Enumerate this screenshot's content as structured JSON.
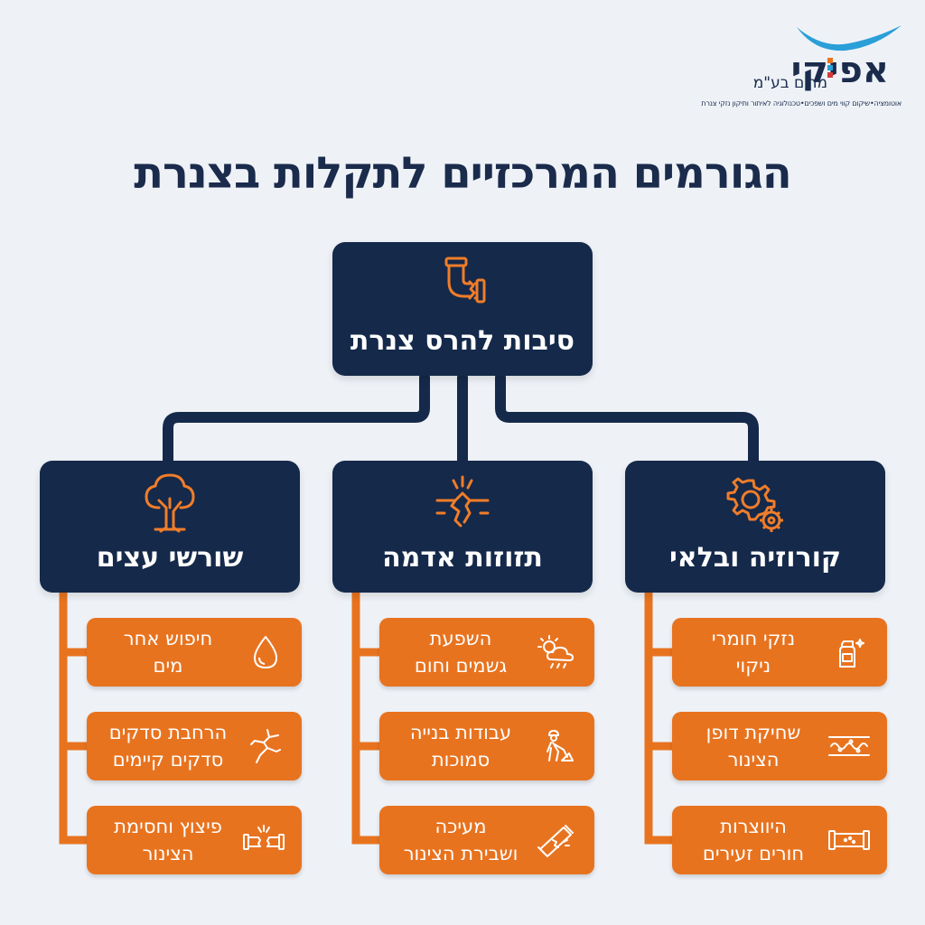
{
  "logo": {
    "name": "אפיקי",
    "company": "מרום בע\"מ",
    "tagline": "אוטומציה•שיקום קווי מים ושפכים•טכנולוגיה לאיתור ותיקון נזקי צנרת",
    "colors": {
      "navy": "#1a2b4c",
      "swoosh": "#2a9fd8",
      "pixel1": "#e8731f",
      "pixel2": "#2a9fd8",
      "pixel3": "#d63a3a"
    }
  },
  "title": "הגורמים המרכזיים לתקלות בצנרת",
  "root": {
    "label": "סיבות להרס צנרת",
    "icon": "broken-pipe-icon"
  },
  "categories": [
    {
      "label": "קורוזיה ובלאי",
      "icon": "gears-icon",
      "items": [
        {
          "line1": "נזקי חומרי",
          "line2": "ניקוי",
          "icon": "cleaning-bottle-icon"
        },
        {
          "line1": "שחיקת דופן",
          "line2": "הצינור",
          "icon": "pipe-wear-icon"
        },
        {
          "line1": "היווצרות",
          "line2": "חורים זעירים",
          "icon": "pipe-holes-icon"
        }
      ]
    },
    {
      "label": "תזוזות אדמה",
      "icon": "ground-crack-icon",
      "items": [
        {
          "line1": "השפעת",
          "line2": "גשמים וחום",
          "icon": "weather-icon"
        },
        {
          "line1": "עבודות בנייה",
          "line2": "סמוכות",
          "icon": "construction-worker-icon"
        },
        {
          "line1": "מעיכה",
          "line2": "ושבירת הצינור",
          "icon": "crushed-pipe-icon"
        }
      ]
    },
    {
      "label": "שורשי עצים",
      "icon": "tree-icon",
      "items": [
        {
          "line1": "חיפוש אחר",
          "line2": "מים",
          "icon": "water-drop-icon"
        },
        {
          "line1": "הרחבת סדקים",
          "line2": "סדקים קיימים",
          "icon": "cracks-icon"
        },
        {
          "line1": "פיצוץ וחסימת",
          "line2": "הצינור",
          "icon": "burst-pipe-icon"
        }
      ]
    }
  ],
  "colors": {
    "navy": "#15294a",
    "orange": "#e8731f",
    "background": "#eef2f7",
    "iconOrange": "#f07d2a"
  }
}
